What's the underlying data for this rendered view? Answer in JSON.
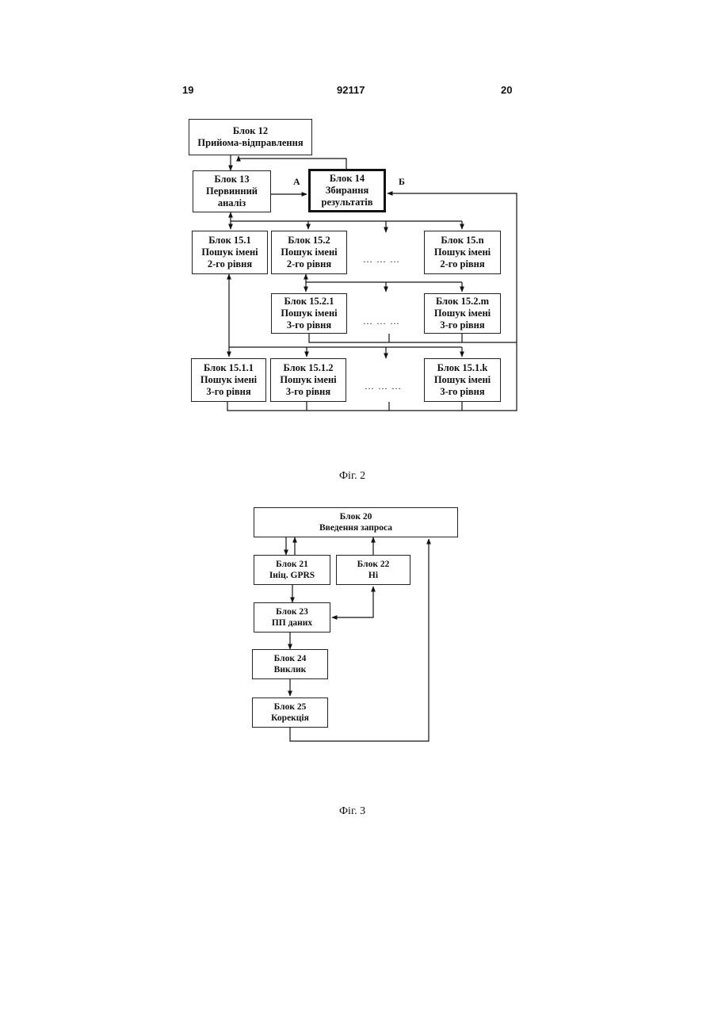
{
  "header": {
    "left_page": "19",
    "patent_no": "92117",
    "right_page": "20"
  },
  "fig2": {
    "caption": "Фіг. 2",
    "labels": {
      "a": "А",
      "b": "Б"
    },
    "dots": "… … …",
    "block12": {
      "title": "Блок 12",
      "line1": "Прийома-відправлення"
    },
    "block13": {
      "title": "Блок 13",
      "line1": "Первинний",
      "line2": "аналіз"
    },
    "block14": {
      "title": "Блок 14",
      "line1": "Збирання",
      "line2": "результатів"
    },
    "block15_1": {
      "title": "Блок 15.1",
      "line1": "Пошук імені",
      "line2": "2-го рівня"
    },
    "block15_2": {
      "title": "Блок 15.2",
      "line1": "Пошук імені",
      "line2": "2-го рівня"
    },
    "block15_n": {
      "title": "Блок 15.n",
      "line1": "Пошук імені",
      "line2": "2-го рівня"
    },
    "block15_2_1": {
      "title": "Блок 15.2.1",
      "line1": "Пошук імені",
      "line2": "3-го рівня"
    },
    "block15_2_m": {
      "title": "Блок 15.2.m",
      "line1": "Пошук імені",
      "line2": "3-го рівня"
    },
    "block15_1_1": {
      "title": "Блок 15.1.1",
      "line1": "Пошук імені",
      "line2": "3-го рівня"
    },
    "block15_1_2": {
      "title": "Блок 15.1.2",
      "line1": "Пошук імені",
      "line2": "3-го рівня"
    },
    "block15_1_k": {
      "title": "Блок 15.1.k",
      "line1": "Пошук імені",
      "line2": "3-го рівня"
    }
  },
  "fig3": {
    "caption": "Фіг. 3",
    "block20": {
      "title": "Блок 20",
      "line1": "Введення запроса"
    },
    "block21": {
      "title": "Блок 21",
      "line1": "Ініц. GPRS"
    },
    "block22": {
      "title": "Блок 22",
      "line1": "Ні"
    },
    "block23": {
      "title": "Блок 23",
      "line1": "ПП даних"
    },
    "block24": {
      "title": "Блок 24",
      "line1": "Виклик"
    },
    "block25": {
      "title": "Блок 25",
      "line1": "Корекція"
    }
  }
}
